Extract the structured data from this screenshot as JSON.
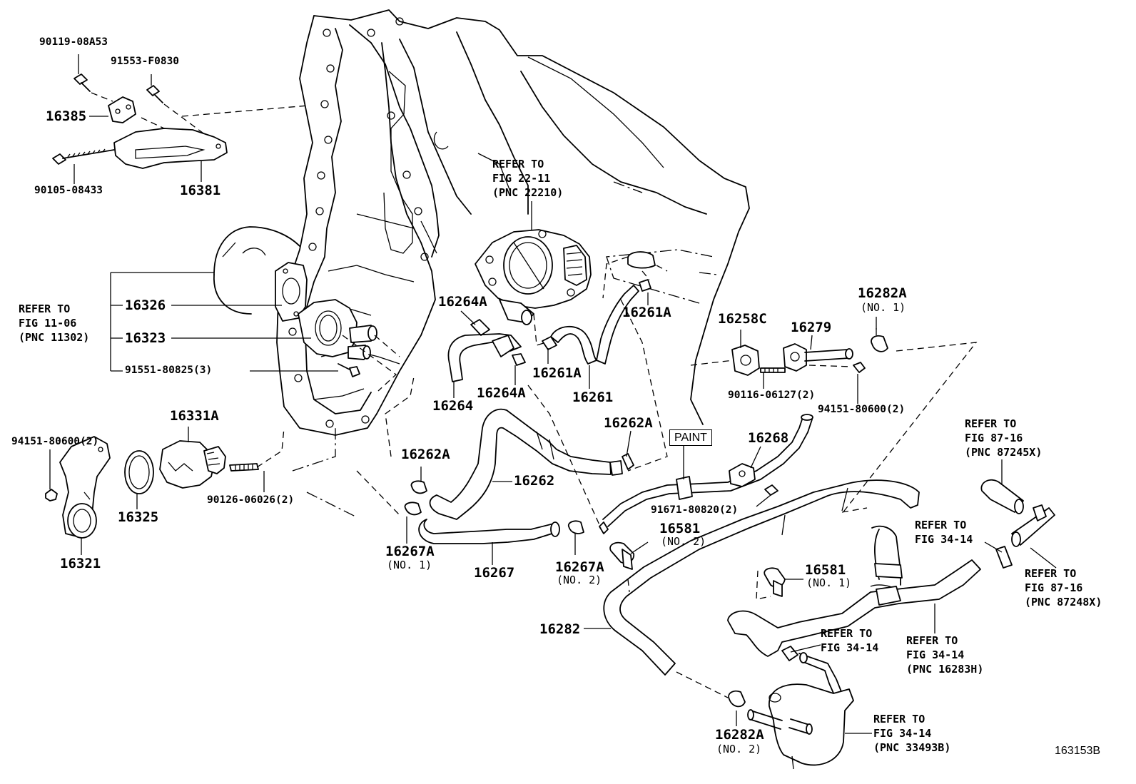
{
  "figure_number": "163153B",
  "paint_label": "PAINT",
  "parts": {
    "p90119": "90119-08A53",
    "p91553": "91553-F0830",
    "p16385": "16385",
    "p90105": "90105-08433",
    "p16381": "16381",
    "p16326": "16326",
    "p16323": "16323",
    "p91551": "91551-80825(3)",
    "p16331A": "16331A",
    "p94151a": "94151-80600(2)",
    "p16325": "16325",
    "p90126": "90126-06026(2)",
    "p16321": "16321",
    "p16264A_top": "16264A",
    "p16264": "16264",
    "p16264A_bot": "16264A",
    "p16261A_r": "16261A",
    "p16261A_l": "16261A",
    "p16261": "16261",
    "p16262A_top": "16262A",
    "p16262A_l": "16262A",
    "p16262": "16262",
    "p16267A_1": "16267A",
    "p16267A_1_note": "(NO. 1)",
    "p16267": "16267",
    "p16267A_2": "16267A",
    "p16267A_2_note": "(NO. 2)",
    "p16258C": "16258C",
    "p16279": "16279",
    "p16282A_1": "16282A",
    "p16282A_1_note": "(NO. 1)",
    "p90116": "90116-06127(2)",
    "p94151b": "94151-80600(2)",
    "p16268": "16268",
    "p91671": "91671-80820(2)",
    "p16581_2": "16581",
    "p16581_2_note": "(NO. 2)",
    "p16581_1": "16581",
    "p16581_1_note": "(NO. 1)",
    "p16282": "16282",
    "p16282A_2": "16282A",
    "p16282A_2_note": "(NO. 2)"
  },
  "refs": {
    "ref_22_11": [
      "REFER TO",
      "FIG 22-11",
      "(PNC 22210)"
    ],
    "ref_11_06": [
      "REFER TO",
      "FIG 11-06",
      "(PNC 11302)"
    ],
    "ref_87_16a": [
      "REFER TO",
      "FIG 87-16",
      "(PNC 87245X)"
    ],
    "ref_34_14a": [
      "REFER TO",
      "FIG 34-14"
    ],
    "ref_87_16b": [
      "REFER TO",
      "FIG 87-16",
      "(PNC 87248X)"
    ],
    "ref_34_14b": [
      "REFER TO",
      "FIG 34-14"
    ],
    "ref_34_14c": [
      "REFER TO",
      "FIG 34-14",
      "(PNC 16283H)"
    ],
    "ref_34_14d": [
      "REFER TO",
      "FIG 34-14",
      "(PNC 33493B)"
    ]
  }
}
